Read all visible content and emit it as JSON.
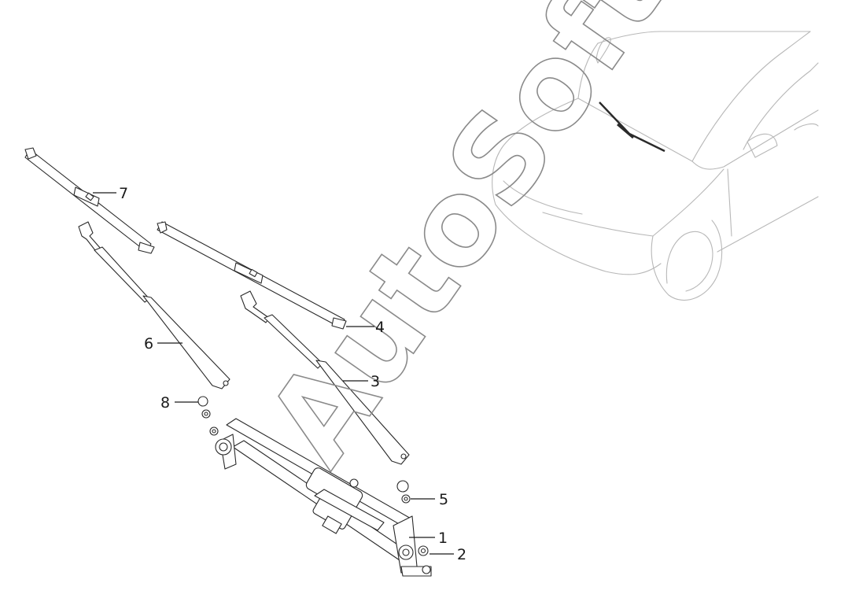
{
  "diagram": {
    "callouts": [
      "7",
      "6",
      "4",
      "3",
      "8",
      "5",
      "1",
      "2"
    ],
    "watermark": "AutoSoft"
  }
}
